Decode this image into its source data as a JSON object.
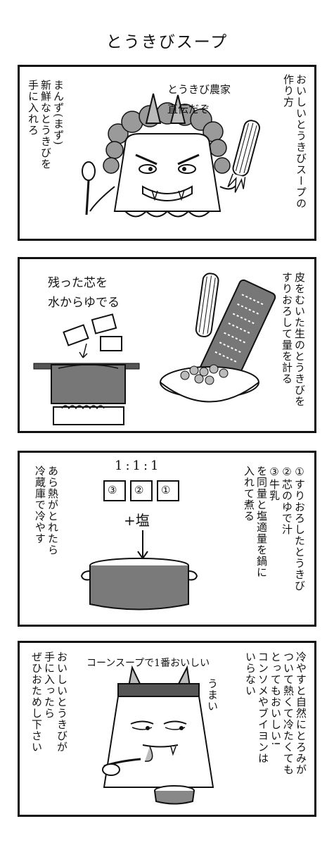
{
  "title": "とうきびスープ",
  "panels": [
    {
      "narration": "おいしいとうきびスープの\n作り方",
      "speech_right": "とうきび農家\n直伝だぞ",
      "speech_left": "まんず(まず)\n新鮮なとうきびを\n手に入れろ"
    },
    {
      "narration": "皮をむいた生のとうきびを\nすりおろして量を計る",
      "handwritten": "残った芯を\n水からゆでる"
    },
    {
      "narration_right": "①すりおろしたとうきび\n②芯のゆで汁\n③牛乳\nを同量と塩適量を鍋に\n入れて煮る",
      "narration_left": "あら熱がとれたら\n冷蔵庫で冷やす",
      "ratio": "1:1:1",
      "labels": [
        "③",
        "②",
        "①"
      ],
      "salt": "+塩"
    },
    {
      "narration_right": "冷やすと自然にとろみが\nついて熱くて冷たくても\nとってもおいしい!\nコンソメやブイヨンは\nいらない",
      "narration_left": "おいしいとうきびが\n手に入ったら\nぜひおためし下さい",
      "handwritten": "コーンスープで1番おいしい",
      "umai": "うまい"
    }
  ],
  "colors": {
    "ink": "#111111",
    "pot_gray": "#7a7a7a",
    "hair_gray": "#9a9a9a",
    "band_gray": "#555555"
  },
  "icons": [
    "oni-character",
    "corn-cob",
    "spoon",
    "pot",
    "grater",
    "stove",
    "bowl"
  ]
}
